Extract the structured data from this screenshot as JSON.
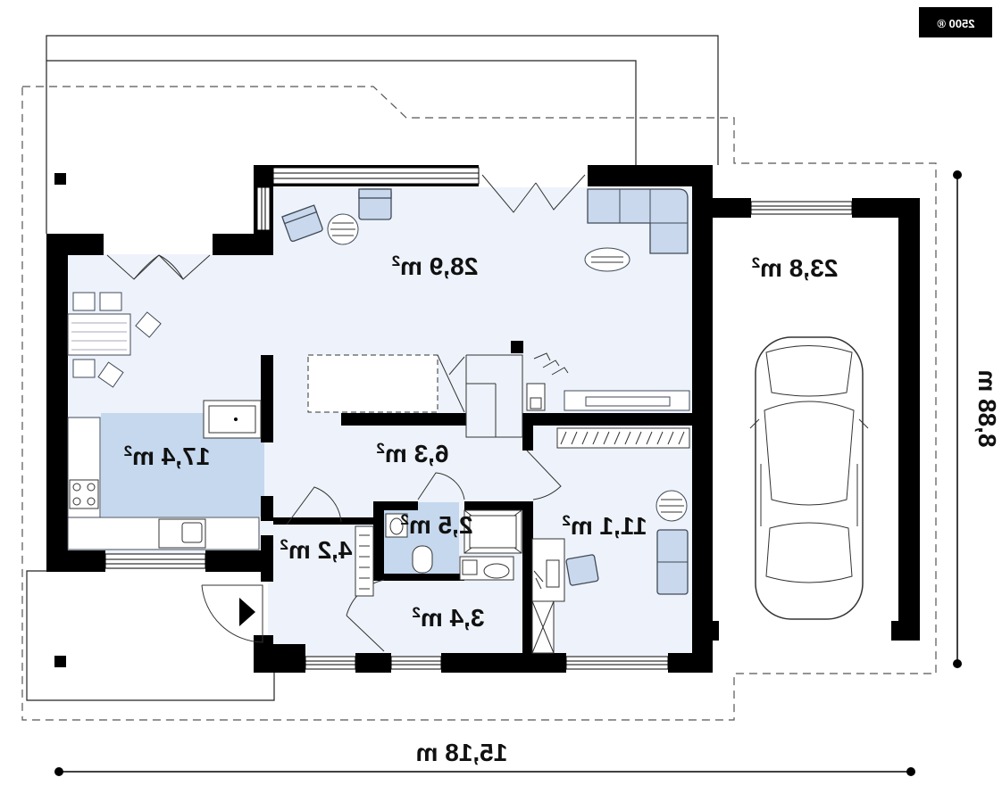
{
  "badge": {
    "text": "2500 ®"
  },
  "rooms": [
    {
      "id": "living",
      "area": "28,9",
      "unit": "m²",
      "highlighted": false
    },
    {
      "id": "garage",
      "area": "23,8",
      "unit": "m²",
      "highlighted": false
    },
    {
      "id": "kitchen",
      "area": "17,4",
      "unit": "m²",
      "highlighted": true
    },
    {
      "id": "hall",
      "area": "6,3",
      "unit": "m²",
      "highlighted": false
    },
    {
      "id": "bathroom",
      "area": "2,5",
      "unit": "m²",
      "highlighted": true
    },
    {
      "id": "study",
      "area": "11,1",
      "unit": "m²",
      "highlighted": false
    },
    {
      "id": "vestibule",
      "area": "4,2",
      "unit": "m²",
      "highlighted": false
    },
    {
      "id": "utility",
      "area": "3,4",
      "unit": "m²",
      "highlighted": false
    }
  ],
  "dimensions": {
    "width": "15,18 m",
    "depth": "8,88 m"
  },
  "colors": {
    "wall": "#000000",
    "floor": "#eef3fb",
    "highlight": "#c5d8ee",
    "furniture": "#c9d8ec",
    "garage_floor": "#ffffff"
  },
  "display": {
    "mirrored": true
  }
}
